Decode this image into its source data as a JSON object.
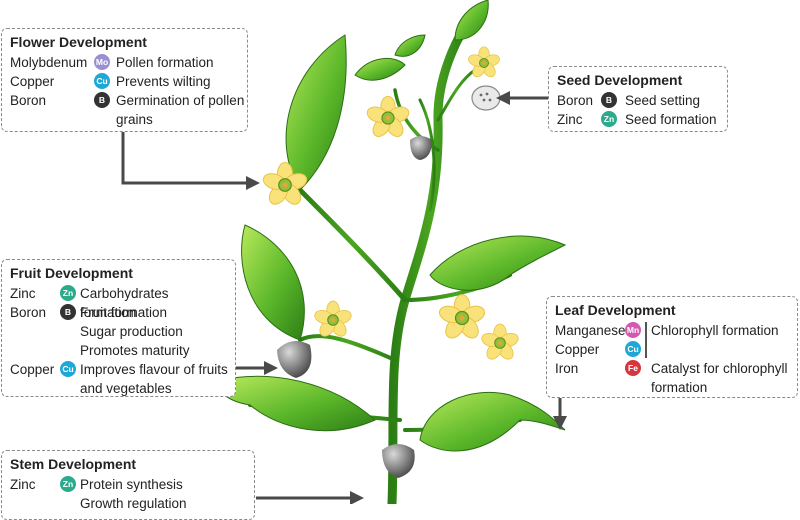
{
  "colors": {
    "zinc": "#2bab8c",
    "boron": "#333333",
    "copper": "#1fa8d6",
    "molybdenum": "#9b8fd0",
    "manganese": "#d45ab0",
    "iron": "#d8343f",
    "leaf_dark": "#2e8b1c",
    "leaf_light": "#9bd94a",
    "flower": "#f9e27a",
    "arrow": "#4a4a4a"
  },
  "flower": {
    "title": "Flower Development",
    "rows": [
      {
        "nutrient": "Molybdenum",
        "symbol": "Mo",
        "function": "Pollen formation"
      },
      {
        "nutrient": "Copper",
        "symbol": "Cu",
        "function": "Prevents wilting"
      },
      {
        "nutrient": "Boron",
        "symbol": "B",
        "function": "Germination of pollen grains"
      }
    ]
  },
  "seed": {
    "title": "Seed Development",
    "rows": [
      {
        "nutrient": "Boron",
        "symbol": "B",
        "function": "Seed setting"
      },
      {
        "nutrient": "Zinc",
        "symbol": "Zn",
        "function": "Seed formation"
      }
    ]
  },
  "fruit": {
    "title": "Fruit Development",
    "rows": [
      {
        "nutrient": "Zinc",
        "symbol": "Zn",
        "function": "Carbohydrates formation"
      },
      {
        "nutrient": "Boron",
        "symbol": "B",
        "function": "Fruit formation"
      },
      {
        "function": "Sugar production"
      },
      {
        "function": "Promotes maturity"
      },
      {
        "nutrient": "Copper",
        "symbol": "Cu",
        "function": "Improves flavour of fruits and vegetables"
      }
    ]
  },
  "leaf": {
    "title": "Leaf Development",
    "rows": [
      {
        "nutrient": "Manganese",
        "symbol": "Mn",
        "function": "Chlorophyll formation"
      },
      {
        "nutrient": "Copper",
        "symbol": "Cu",
        "function": ""
      },
      {
        "nutrient": "Iron",
        "symbol": "Fe",
        "function": "Catalyst for chlorophyll formation"
      }
    ]
  },
  "stem": {
    "title": "Stem Development",
    "rows": [
      {
        "nutrient": "Zinc",
        "symbol": "Zn",
        "function": "Protein synthesis"
      },
      {
        "function": "Growth regulation"
      }
    ]
  }
}
